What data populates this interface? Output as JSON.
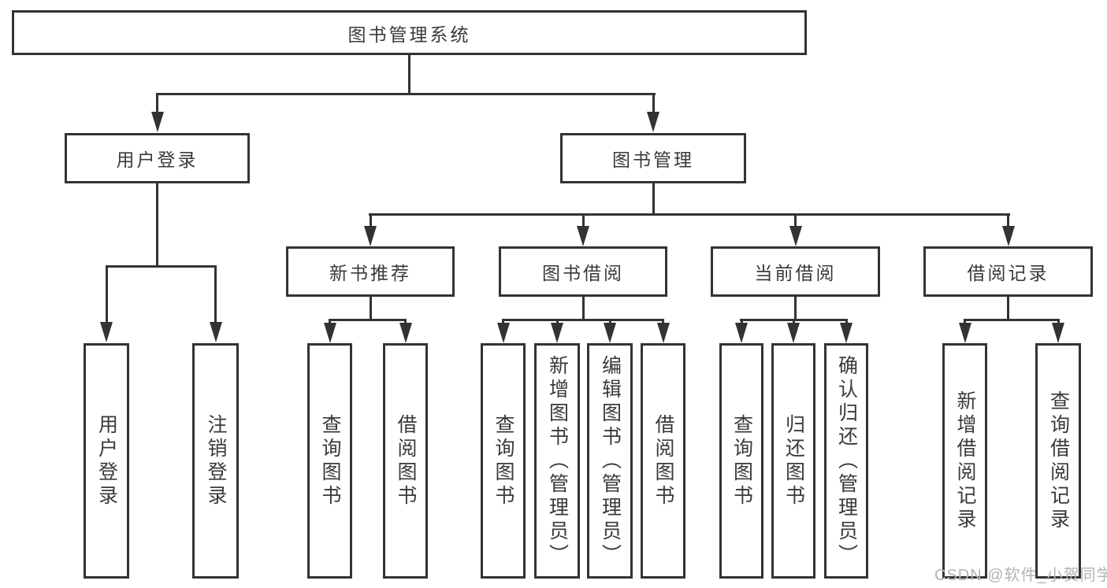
{
  "diagram": {
    "root": {
      "label": "图书管理系统"
    },
    "level2": [
      {
        "label": "用户登录"
      },
      {
        "label": "图书管理"
      }
    ],
    "level3": [
      {
        "label": "新书推荐"
      },
      {
        "label": "图书借阅"
      },
      {
        "label": "当前借阅"
      },
      {
        "label": "借阅记录"
      }
    ],
    "leaves": {
      "user_login": [
        "用户登录",
        "注销登录"
      ],
      "new_book": [
        "查询图书",
        "借阅图书"
      ],
      "book_borrow": [
        "查询图书",
        "新增图书（管理员）",
        "编辑图书（管理员）",
        "借阅图书"
      ],
      "current_borrow": [
        "查询图书",
        "归还图书",
        "确认归还（管理员）"
      ],
      "borrow_records": [
        "新增借阅记录",
        "查询借阅记录"
      ]
    }
  },
  "watermark": {
    "text": "CSDN @软件_小贺同学"
  },
  "colors": {
    "line": "#333333",
    "text": "#3a3a3a",
    "watermark": "#b3b3b3",
    "background": "#ffffff"
  }
}
